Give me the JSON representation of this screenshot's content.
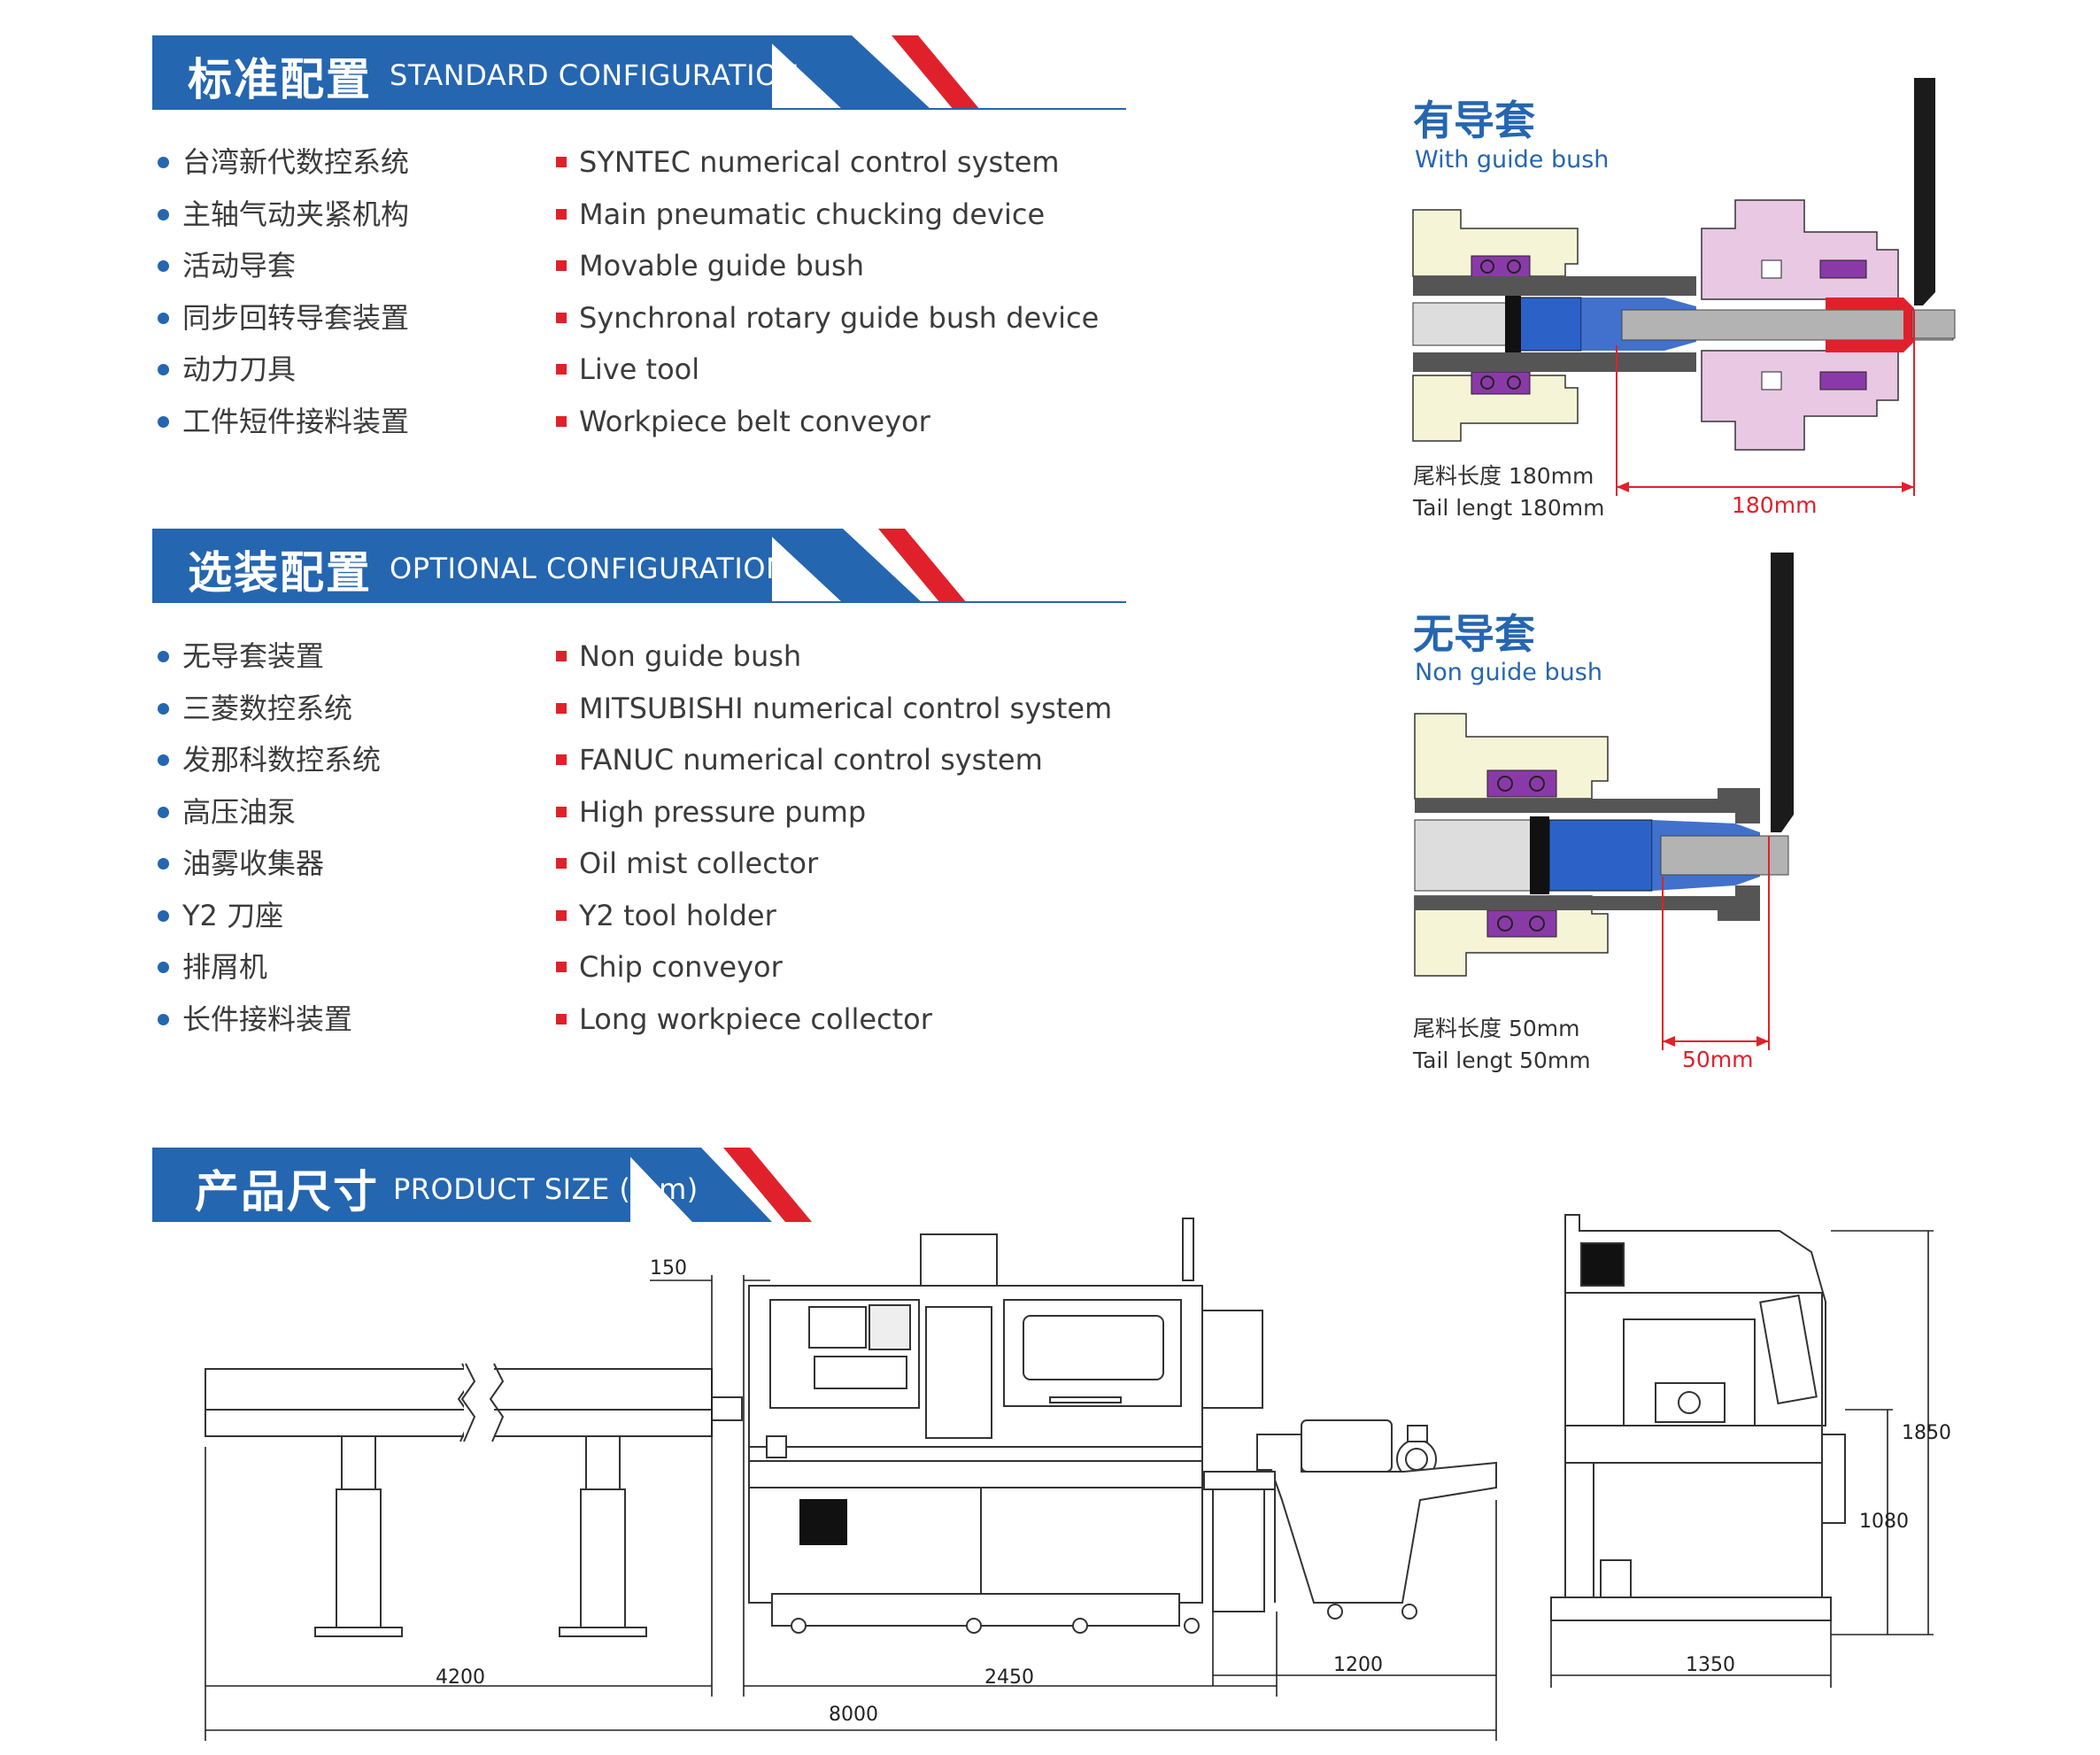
{
  "standard": {
    "title_cn": "标准配置",
    "title_en": "STANDARD CONFIGURATION",
    "items_cn": [
      "台湾新代数控系统",
      "主轴气动夹紧机构",
      "活动导套",
      "同步回转导套装置",
      "动力刀具",
      "工件短件接料装置"
    ],
    "items_en": [
      "SYNTEC numerical control system",
      "Main pneumatic chucking device",
      "Movable guide bush",
      "Synchronal rotary guide bush device",
      "Live tool",
      "Workpiece belt conveyor"
    ]
  },
  "optional": {
    "title_cn": "选装配置",
    "title_en": "OPTIONAL CONFIGURATION",
    "items_cn": [
      "无导套装置",
      "三菱数控系统",
      "发那科数控系统",
      "高压油泵",
      "油雾收集器",
      "Y2 刀座",
      "排屑机",
      "长件接料装置"
    ],
    "items_en": [
      "Non guide bush",
      "MITSUBISHI numerical control system",
      "FANUC numerical control system",
      "High pressure pump",
      "Oil mist collector",
      "Y2 tool holder",
      "Chip conveyor",
      "Long workpiece collector"
    ]
  },
  "guide_bush": {
    "title_cn": "有导套",
    "title_en": "With guide bush",
    "tail_cn": "尾料长度  180mm",
    "tail_en": "Tail lengt  180mm",
    "dimension": "180mm"
  },
  "non_guide_bush": {
    "title_cn": "无导套",
    "title_en": "Non guide bush",
    "tail_cn": "尾料长度  50mm",
    "tail_en": "Tail lengt  50mm",
    "dimension": "50mm"
  },
  "size": {
    "title_cn": "产品尺寸",
    "title_en": "PRODUCT SIZE (mm)",
    "dims": {
      "d150": "150",
      "d4200": "4200",
      "d2450": "2450",
      "d1200": "1200",
      "d8000": "8000",
      "d1350": "1350",
      "d1850": "1850",
      "d1080": "1080"
    }
  },
  "colors": {
    "brand_blue": "#2566b0",
    "accent_red": "#e0212b",
    "housing_yellow": "#f6f4d6",
    "chuck_pink": "#e9c8e3",
    "bearing_purple": "#8a3aa8",
    "collet_blue": "#2c62c8"
  }
}
